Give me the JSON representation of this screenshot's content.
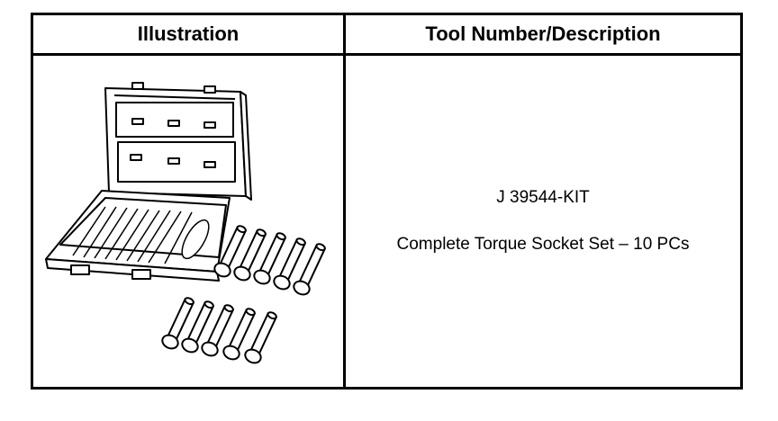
{
  "table": {
    "header_illustration": "Illustration",
    "header_tool": "Tool Number/Description",
    "tool_number": "J 39544-KIT",
    "tool_description": "Complete Torque Socket Set – 10 PCs"
  },
  "illustration": {
    "icon": "torque-socket-set-case-icon"
  }
}
